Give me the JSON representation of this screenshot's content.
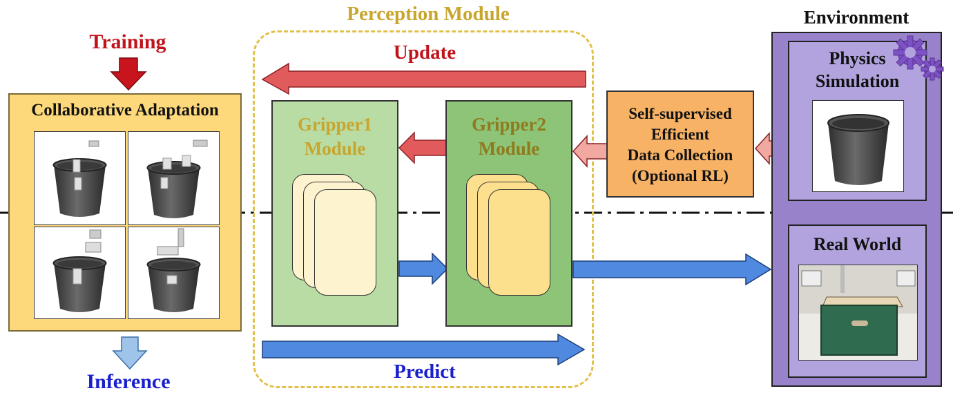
{
  "training_label": "Training",
  "inference_label": "Inference",
  "collab_title": "Collaborative Adaptation",
  "perception_title": "Perception Module",
  "update_label": "Update",
  "predict_label": "Predict",
  "gripper1": {
    "line1": "Gripper1",
    "line2": "Module"
  },
  "gripper2": {
    "line1": "Gripper2",
    "line2": "Module"
  },
  "data_collection": {
    "line1": "Self-supervised",
    "line2": "Efficient",
    "line3": "Data Collection",
    "line4": "(Optional RL)"
  },
  "environment_title": "Environment",
  "physics": {
    "line1": "Physics",
    "line2": "Simulation"
  },
  "real_world_label": "Real World",
  "colors": {
    "red_text": "#c0141c",
    "blue_text": "#1a20cc",
    "gold_text": "#c8a62e",
    "module_text": "#8f7a1e",
    "collab_fill": "#fdd97c",
    "gripper1_fill": "#b9dca4",
    "gripper2_fill": "#8ec477",
    "data_fill": "#f7b266",
    "env_fill": "#9883cb",
    "inner_env_fill": "#b2a3de",
    "red_arrow": "#e15a5c",
    "pink_arrow": "#f1a8a0",
    "blue_arrow": "#4f8ae0",
    "light_blue_arrow": "#9ec4ea"
  }
}
